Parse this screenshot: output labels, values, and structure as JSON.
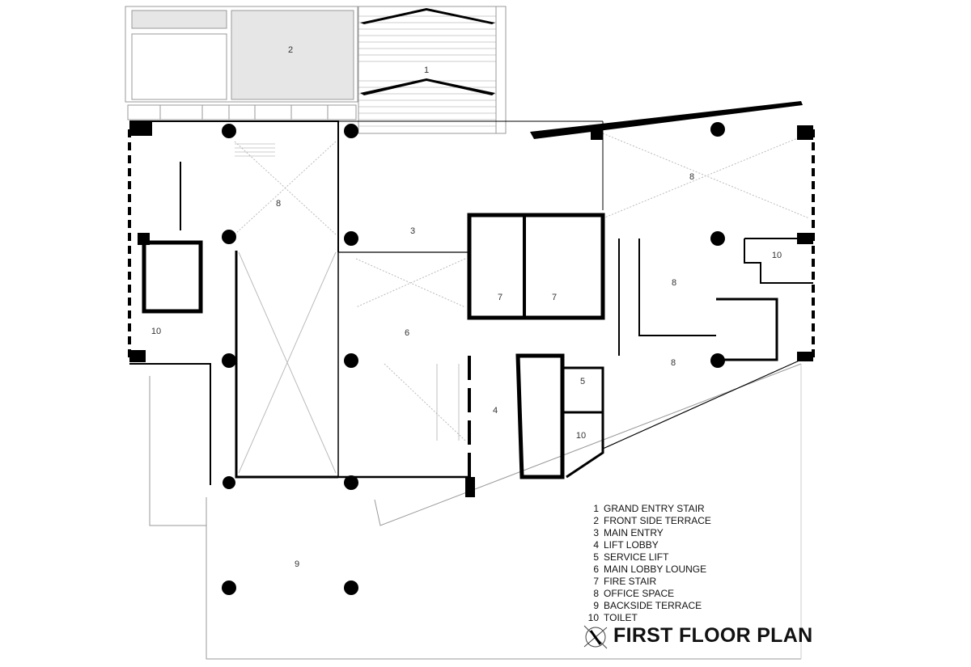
{
  "rooms": [
    {
      "id": "r1",
      "label": "1"
    },
    {
      "id": "r2",
      "label": "2"
    },
    {
      "id": "r3",
      "label": "3"
    },
    {
      "id": "r4",
      "label": "4"
    },
    {
      "id": "r5",
      "label": "5"
    },
    {
      "id": "r6",
      "label": "6"
    },
    {
      "id": "r7a",
      "label": "7"
    },
    {
      "id": "r7b",
      "label": "7"
    },
    {
      "id": "r8a",
      "label": "8"
    },
    {
      "id": "r8b",
      "label": "8"
    },
    {
      "id": "r8c",
      "label": "8"
    },
    {
      "id": "r8d",
      "label": "8"
    },
    {
      "id": "r9",
      "label": "9"
    },
    {
      "id": "r10a",
      "label": "10"
    },
    {
      "id": "r10b",
      "label": "10"
    },
    {
      "id": "r10c",
      "label": "10"
    }
  ],
  "legend": [
    {
      "num": "1",
      "text": "GRAND ENTRY STAIR"
    },
    {
      "num": "2",
      "text": "FRONT SIDE TERRACE"
    },
    {
      "num": "3",
      "text": "MAIN ENTRY"
    },
    {
      "num": "4",
      "text": "LIFT LOBBY"
    },
    {
      "num": "5",
      "text": "SERVICE LIFT"
    },
    {
      "num": "6",
      "text": "MAIN LOBBY LOUNGE"
    },
    {
      "num": "7",
      "text": "FIRE STAIR"
    },
    {
      "num": "8",
      "text": "OFFICE SPACE"
    },
    {
      "num": "9",
      "text": "BACKSIDE TERRACE"
    },
    {
      "num": "10",
      "text": "TOILET"
    }
  ],
  "title": "FIRST FLOOR PLAN",
  "icons": {
    "north_arrow": "north-arrow-icon"
  },
  "colors": {
    "wall": "#000000",
    "terrace_fill": "#e6e6e6",
    "thin_line": "#999999"
  }
}
